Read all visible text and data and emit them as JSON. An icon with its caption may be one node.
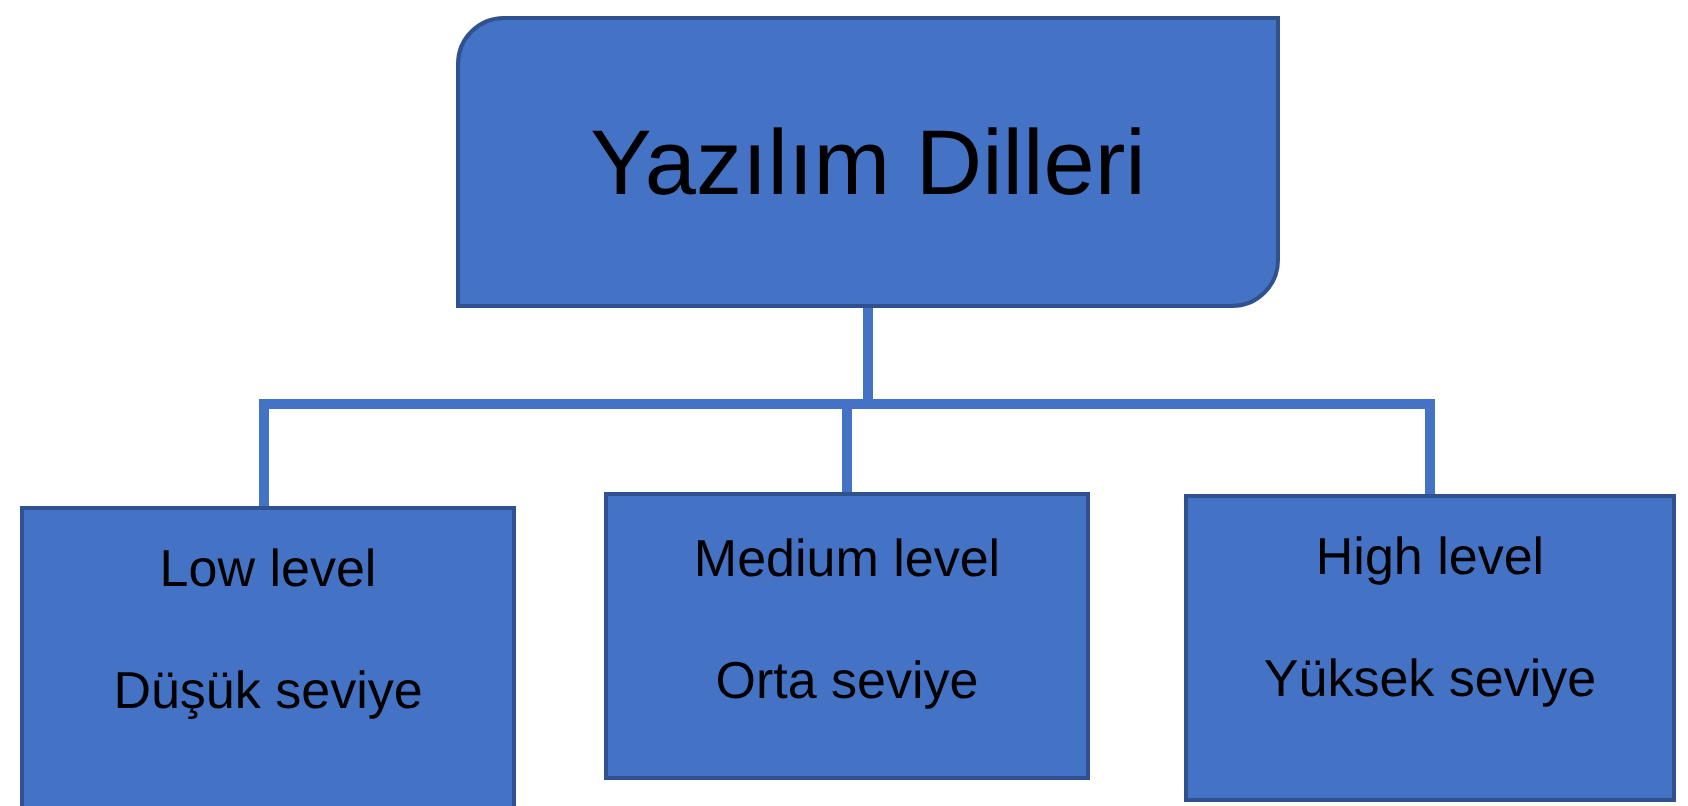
{
  "diagram": {
    "nodes": [
      {
        "text": [
          "Yazılım Dilleri"
        ]
      },
      {
        "text": [
          "Low level",
          "Düşük seviye"
        ]
      },
      {
        "text": [
          "Medium level",
          "Orta seviye"
        ]
      },
      {
        "text": [
          "High level",
          "Yüksek seviye"
        ]
      }
    ],
    "edges": [
      {
        "from": 0,
        "to": 1,
        "arrow": "none"
      },
      {
        "from": 0,
        "to": 2,
        "arrow": "none"
      },
      {
        "from": 0,
        "to": 3,
        "arrow": "none"
      }
    ]
  }
}
